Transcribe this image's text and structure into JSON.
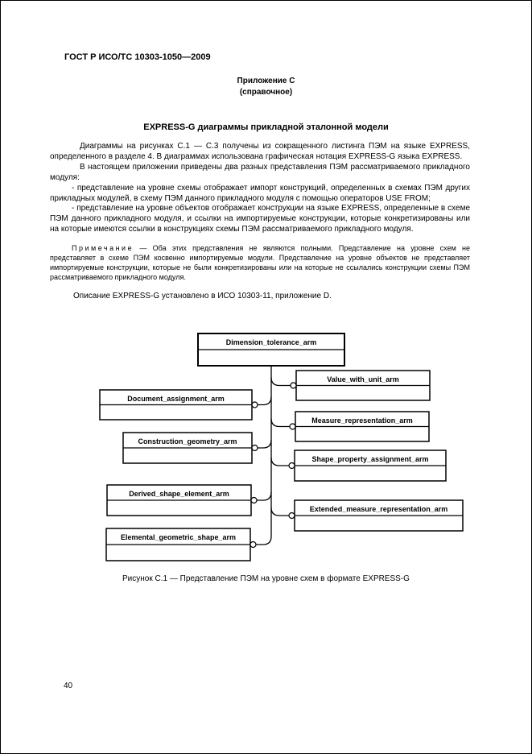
{
  "page": {
    "header": "ГОСТ Р ИСО/ТС 10303-1050—2009",
    "page_number": "40"
  },
  "appendix": {
    "label": "Приложение С",
    "sublabel": "(справочное)",
    "title": "EXPRESS-G диаграммы прикладной эталонной модели"
  },
  "paragraphs": [
    "Диаграммы на рисунках С.1 — С.3 получены из сокращенного листинга ПЭМ на языке EXPRESS, определенного в разделе 4. В диаграммах использована графическая нотация EXPRESS-G языка EXPRESS.",
    "В настоящем приложении приведены два разных представления ПЭМ рассматриваемого прикладного модуля:",
    "- представление на уровне схемы отображает импорт конструкций, определенных в схемах ПЭМ других прикладных модулей, в схему ПЭМ данного прикладного модуля с помощью операторов USE FROM;",
    "- представление на уровне объектов отображает конструкции на языке EXPRESS, определенные в схеме ПЭМ данного прикладного модуля, и ссылки на импортируемые конструкции, которые конкретизированы или на которые имеются ссылки в конструкциях схемы ПЭМ рассматриваемого прикладного модуля."
  ],
  "note": {
    "label": "Примечание",
    "dash": "—",
    "text": "Оба этих представления не являются полными. Представление на уровне схем не представляет в схеме ПЭМ косвенно импортируемые модули. Представление на уровне объектов не представляет импортируемые конструкции, которые не были конкретизированы или на которые не ссылались конструкции схемы ПЭМ рассматриваемого прикладного модуля."
  },
  "closing": "Описание EXPRESS-G установлено в ИСО 10303-11, приложение D.",
  "figure": {
    "caption": "Рисунок С.1 — Представление ПЭМ на уровне схем в формате EXPRESS-G",
    "diagram": {
      "root": "Dimension_tolerance_arm",
      "left_nodes": [
        "Document_assignment_arm",
        "Construction_geometry_arm",
        "Derived_shape_element_arm",
        "Elemental_geometric_shape_arm"
      ],
      "right_nodes": [
        "Value_with_unit_arm",
        "Measure_representation_arm",
        "Shape_property_assignment_arm",
        "Extended_measure_representation_arm"
      ]
    }
  }
}
